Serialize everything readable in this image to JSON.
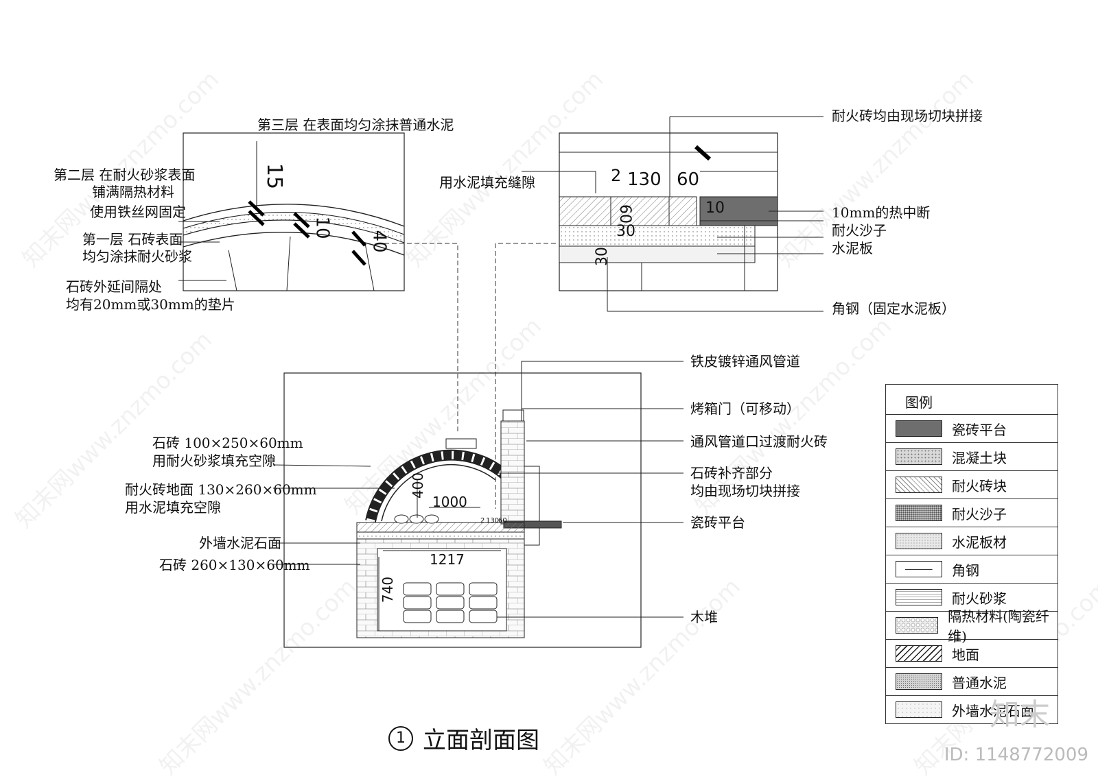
{
  "left_detail": {
    "top_note": "第三层 在表面均匀涂抹普通水泥",
    "layer2": [
      "第二层 在耐火砂浆表面",
      "铺满隔热材料",
      "使用铁丝网固定"
    ],
    "layer1": [
      "第一层 石砖表面",
      "均匀涂抹耐火砂浆"
    ],
    "spacer": [
      "石砖外延间隔处",
      "均有20mm或30mm的垫片"
    ],
    "dims": [
      "15",
      "10",
      "40"
    ]
  },
  "right_detail": {
    "top_note": "耐火砖均由现场切块拼接",
    "fill_note": "用水泥填充缝隙",
    "thermal_break": "10mm的热中断",
    "fire_sand": "耐火沙子",
    "cement_board": "水泥板",
    "angle_steel": "角钢（固定水泥板）",
    "dims": [
      "2",
      "130",
      "60",
      "60",
      "10",
      "30",
      "30"
    ]
  },
  "main": {
    "left_labels": [
      [
        "石砖 100×250×60mm",
        "用耐火砂浆填充空隙"
      ],
      [
        "耐火砖地面 130×260×60mm",
        "用水泥填充空隙"
      ],
      [
        "外墙水泥石面"
      ],
      [
        "石砖 260×130×60mm"
      ]
    ],
    "right_labels": [
      [
        "铁皮镀锌通风管道"
      ],
      [
        "烤箱门（可移动）"
      ],
      [
        "通风管道口过渡耐火砖"
      ],
      [
        "石砖补齐部分",
        "均由现场切块拼接"
      ],
      [
        "瓷砖平台"
      ],
      [
        "木堆"
      ]
    ],
    "dims": [
      "400",
      "1000",
      "1217",
      "740",
      "2",
      "130",
      "60"
    ]
  },
  "legend": {
    "title": "图例",
    "items": [
      {
        "label": "瓷砖平台",
        "color": "#6e6e6e"
      },
      {
        "label": "混凝土块",
        "color": "#d8d8d8"
      },
      {
        "label": "耐火砖块",
        "color": "#ececec"
      },
      {
        "label": "耐火沙子",
        "color": "#bdbdbd"
      },
      {
        "label": "水泥板材",
        "color": "#e2e2e2"
      },
      {
        "label": "角钢",
        "color": "#ffffff"
      },
      {
        "label": "耐火砂浆",
        "color": "#f0f0f0"
      },
      {
        "label": "隔热材料(陶瓷纤维)",
        "color": "#dcdcdc"
      },
      {
        "label": "地面",
        "color": "#f4f4f4"
      },
      {
        "label": "普通水泥",
        "color": "#d2d2d2"
      },
      {
        "label": "外墙水泥石面",
        "color": "#efefef"
      }
    ]
  },
  "title": {
    "number": "1",
    "text": "立面剖面图"
  },
  "image_id": "ID: 1148772009",
  "watermark": "知末网www.znzmo.com",
  "logo": "知末"
}
